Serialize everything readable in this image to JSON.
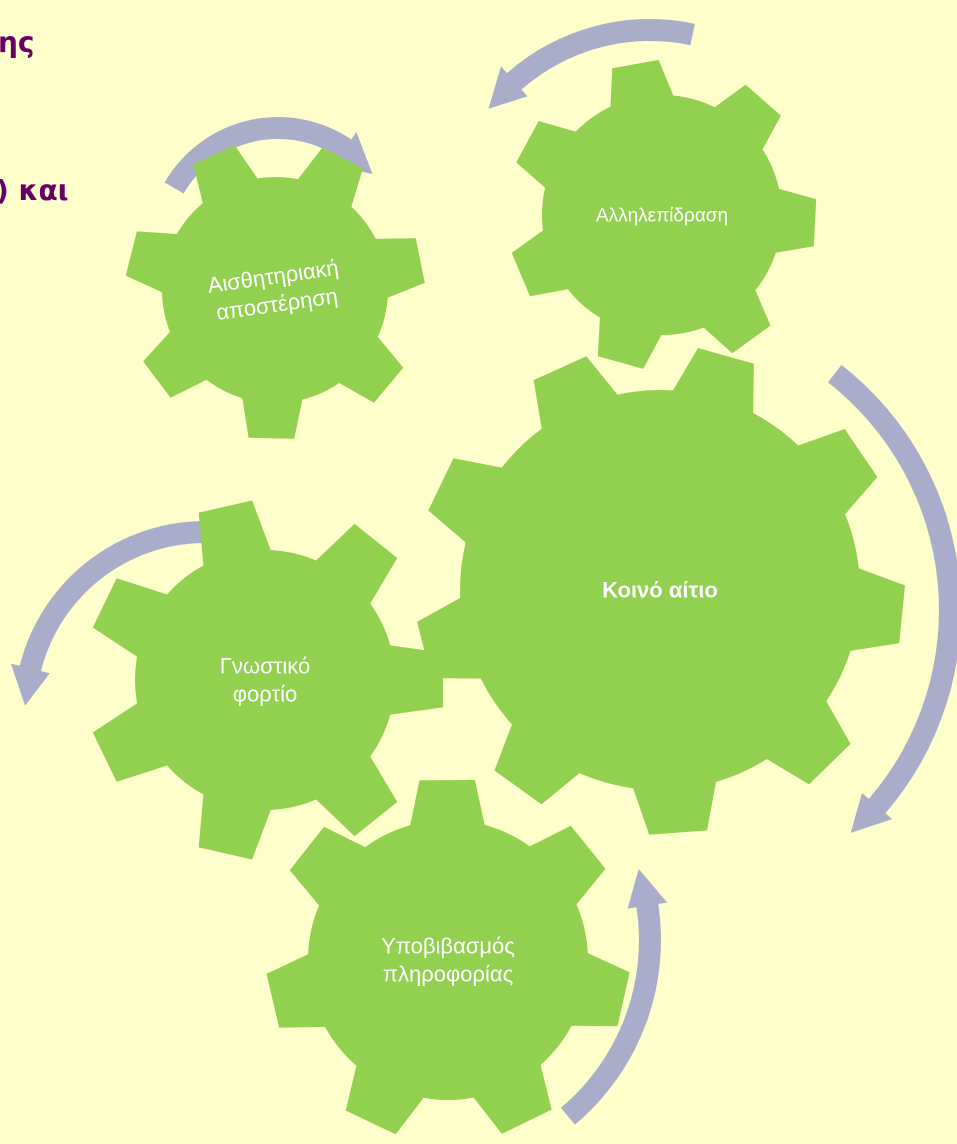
{
  "heading": {
    "line1": "ης",
    "line2": ") και",
    "color": "#660066"
  },
  "diagram": {
    "background": "#FFFFCC",
    "gear_color": "#92D050",
    "arrow_color": "#A9ADC9",
    "label_color": "#FFFFFF",
    "gears": [
      {
        "id": "sensory",
        "label_lines": [
          "Αισθητηριακή",
          "αποστέρηση"
        ],
        "bold": false
      },
      {
        "id": "interaction",
        "label_lines": [
          "Αλληλεπίδραση"
        ],
        "bold": false
      },
      {
        "id": "common-cause",
        "label_lines": [
          "Κοινό αίτιο"
        ],
        "bold": true
      },
      {
        "id": "cognitive-load",
        "label_lines": [
          "Γνωστικό",
          "φορτίο"
        ],
        "bold": false
      },
      {
        "id": "info-degradation",
        "label_lines": [
          "Υποβιβασμός",
          "πληροφορίας"
        ],
        "bold": false
      }
    ],
    "arrows": [
      {
        "id": "sensory-arrow",
        "direction": "clockwise"
      },
      {
        "id": "interaction-arrow",
        "direction": "counterclockwise"
      },
      {
        "id": "common-cause-arrow",
        "direction": "clockwise"
      },
      {
        "id": "cognitive-load-arrow",
        "direction": "counterclockwise"
      },
      {
        "id": "info-degradation-arrow",
        "direction": "counterclockwise"
      }
    ]
  }
}
